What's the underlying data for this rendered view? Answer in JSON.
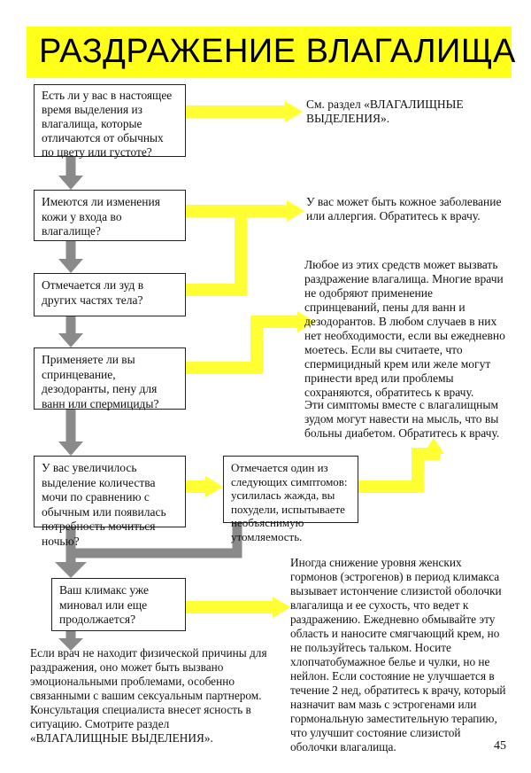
{
  "title": "РАЗДРАЖЕНИЕ ВЛАГАЛИЩА",
  "questions": {
    "q1": "Есть ли у вас в настоящее время выделения из влагалища, которые отличаются от обычных по цвету или густоте?",
    "q2": "Имеются ли изменения кожи у входа во влагалище?",
    "q3": "Отмечается ли зуд в других частях тела?",
    "q4": "Применяете ли вы спринцевание, дезодоранты, пену для ванн или спермициды?",
    "q5": "У вас увеличилось выделение количества мочи по сравнению с обычным или появилась потребность мочиться ночью?",
    "q5b": "Отмечается один из следующих симптомов: усилилась жажда, вы похудели, испытываете необъяснимую утомляемость.",
    "q6": "Ваш климакс уже миновал или еще продолжается?"
  },
  "answers": {
    "a1": "См. раздел «ВЛАГАЛИЩНЫЕ ВЫДЕЛЕНИЯ».",
    "a2": "У вас может быть кожное заболевание или аллергия. Обратитесь к врачу.",
    "a3": "Любое из этих средств может вызвать раздражение влагалища. Многие врачи не одобряют применение спринцеваний, пены для ванн и дезодорантов. В любом случаев в них нет необходимости, если вы ежедневно моетесь. Если вы считаете, что спермицидный крем или желе могут принести вред или проблемы сохраняются, обратитесь к врачу.",
    "a4": "Эти симптомы вместе с влагалищным зудом могут навести на мысль, что вы больны диабетом. Обратитесь к врачу.",
    "a5": "Иногда снижение уровня женских гормонов (эстрогенов) в период климакса вызывает истончение слизистой оболочки влагалища и ее сухость, что ведет к раздражению. Ежедневно обмывайте эту область и наносите смягчающий крем, но не пользуйтесь тальком. Носите хлопчатобумажное белье и чулки, но не нейлон. Если состояние не улучшается в течение 2 нед, обратитесь к врачу, который назначит вам мазь с эстрогенами или гормональную заместительную терапию, что улучшит состояние слизистой оболочки влагалища.",
    "final": "Если врач не находит физической причины для раздражения, оно может быть вызвано эмоциональными проблемами, особенно связанными с вашим сексуальным партнером. Консультация специалиста внесет ясность в ситуацию. Смотрите раздел «ВЛАГАЛИЩНЫЕ ВЫДЕЛЕНИЯ»."
  },
  "page_number": "45",
  "colors": {
    "highlight": "#ffff1a",
    "arrow_yes": "#ffff33",
    "arrow_no": "#8a8a8a"
  }
}
